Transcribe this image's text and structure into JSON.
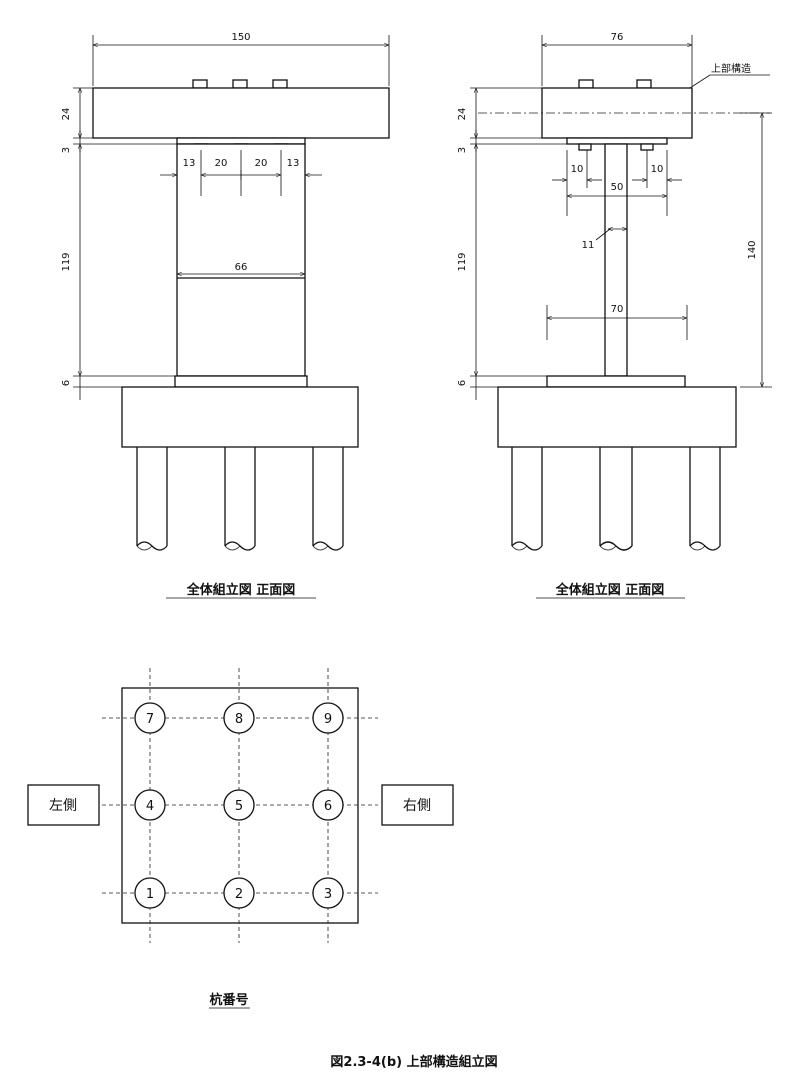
{
  "front_view": {
    "dim_width_top": "150",
    "dim_cap_height": "24",
    "dim_gap": "3",
    "dim_column_height": "119",
    "dim_base_gap": "6",
    "dim_edge_left": "13",
    "dim_bolt_spacing_1": "20",
    "dim_bolt_spacing_2": "20",
    "dim_edge_right": "13",
    "dim_column_width": "66",
    "caption": "全体組立図  正面図"
  },
  "side_view": {
    "dim_width_top": "76",
    "label_superstructure": "上部構造",
    "dim_cap_height": "24",
    "dim_gap": "3",
    "dim_flange_left": "10",
    "dim_flange_right": "10",
    "dim_flange_width": "50",
    "dim_web": "11",
    "dim_column_height": "119",
    "dim_total_height": "140",
    "dim_base_width": "70",
    "dim_base_gap": "6",
    "caption": "全体組立図  正面図"
  },
  "pile_plan": {
    "rows": [
      [
        "7",
        "8",
        "9"
      ],
      [
        "4",
        "5",
        "6"
      ],
      [
        "1",
        "2",
        "3"
      ]
    ],
    "left_label": "左側",
    "right_label": "右側",
    "caption": "杭番号"
  },
  "figure_caption": "図2.3-4(b)   上部構造組立図"
}
